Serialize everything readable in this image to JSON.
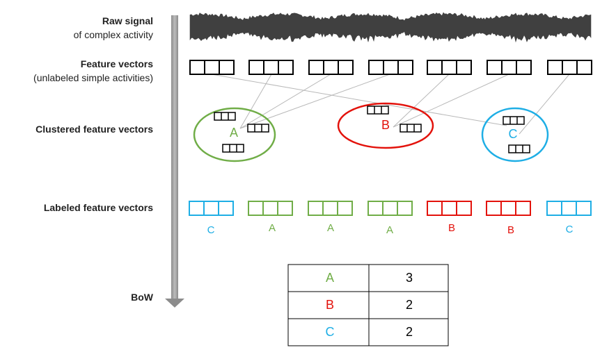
{
  "labels": {
    "raw_title": "Raw signal",
    "raw_sub": "of complex activity",
    "fv_title": "Feature vectors",
    "fv_sub": "(unlabeled  simple activities)",
    "clustered": "Clustered feature vectors",
    "labeled": "Labeled feature vectors",
    "bow": "BoW"
  },
  "colors": {
    "A": "#70ad47",
    "B": "#e3120b",
    "C": "#1eaee5",
    "black": "#000000",
    "arrow": "#999999"
  },
  "clusters": [
    {
      "label": "A",
      "members": 3
    },
    {
      "label": "B",
      "members": 2
    },
    {
      "label": "C",
      "members": 2
    }
  ],
  "labeled_vectors": [
    "C",
    "A",
    "A",
    "A",
    "B",
    "B",
    "C"
  ],
  "bow": [
    {
      "label": "A",
      "count": "3"
    },
    {
      "label": "B",
      "count": "2"
    },
    {
      "label": "C",
      "count": "2"
    }
  ]
}
